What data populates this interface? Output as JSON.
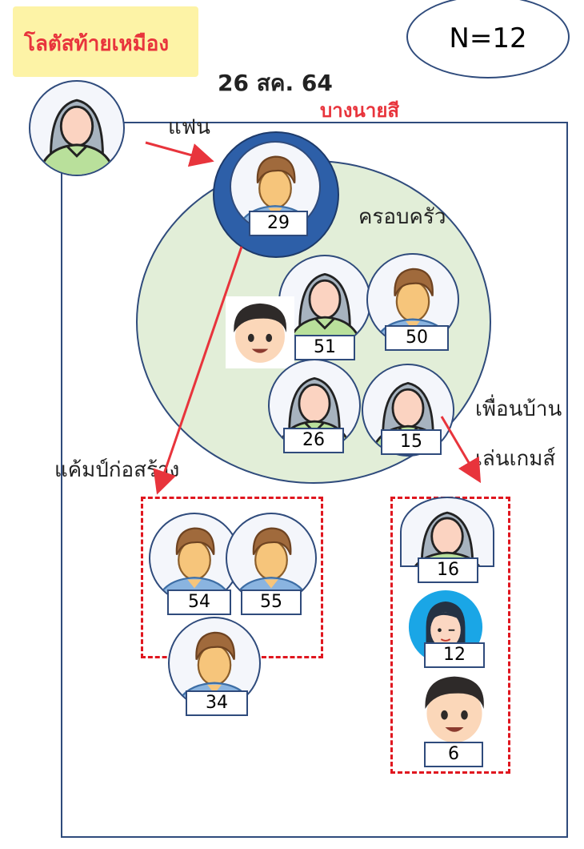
{
  "header": {
    "location_name": "โลตัสท้ายเหมือง",
    "count_label": "N=12",
    "date": "26 สค. 64",
    "place": "บางนายสี"
  },
  "groups": {
    "partner_label": "แฟน",
    "family_label": "ครอบครัว",
    "camp_label": "แค้มป์ก่อสร้าง",
    "neighbor_label": "เพื่อนบ้าน",
    "game_label": "เล่นเกมส์"
  },
  "cases": {
    "partner": "29",
    "family": [
      "51",
      "50",
      "26",
      "15"
    ],
    "camp": [
      "54",
      "55",
      "34"
    ],
    "game": [
      "16",
      "12",
      "6"
    ]
  },
  "colors": {
    "title_text": "#e8343c",
    "title_bg": "#fdf3a6",
    "frame": "#2f4b7c",
    "family_fill": "#e2eed8",
    "arrow": "#e8343c",
    "dashed_box": "#e0161f",
    "partner_ring": "#2d5fa8"
  },
  "icons": [
    "female-person-icon",
    "male-person-icon",
    "boy-face-icon",
    "girl-face-icon"
  ]
}
